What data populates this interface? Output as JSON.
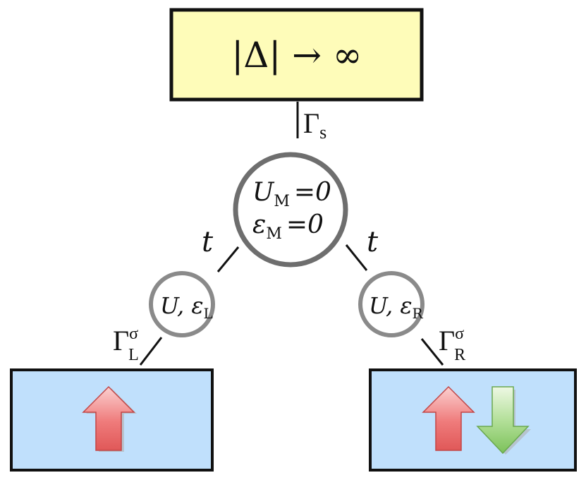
{
  "superconductor": {
    "formula": "|Δ| → ∞",
    "fill": "#fefcb9"
  },
  "couplings": {
    "gamma_s": {
      "symbol": "Γ",
      "sub": "s"
    },
    "t_left": "t",
    "t_right": "t",
    "gamma_left": {
      "symbol": "Γ",
      "sup": "σ",
      "sub": "L"
    },
    "gamma_right": {
      "symbol": "Γ",
      "sup": "σ",
      "sub": "R"
    }
  },
  "middle_dot": {
    "line1": {
      "symbol": "U",
      "sub": "M",
      "value": "=0"
    },
    "line2": {
      "symbol": "ε",
      "sub": "M",
      "value": "=0"
    },
    "ring_color": "#6e6e6e"
  },
  "left_dot": {
    "label": "U, ε",
    "sub": "L",
    "ring_color": "#8a8a8a"
  },
  "right_dot": {
    "label": "U, ε",
    "sub": "R",
    "ring_color": "#8a8a8a"
  },
  "left_lead": {
    "fill": "#c0e0fc",
    "arrows": [
      "up-arrow"
    ]
  },
  "right_lead": {
    "fill": "#c0e0fc",
    "arrows": [
      "up-arrow",
      "down-arrow"
    ]
  },
  "colors": {
    "up_arrow": "#ee6a6a",
    "down_arrow": "#8ccc6a"
  }
}
